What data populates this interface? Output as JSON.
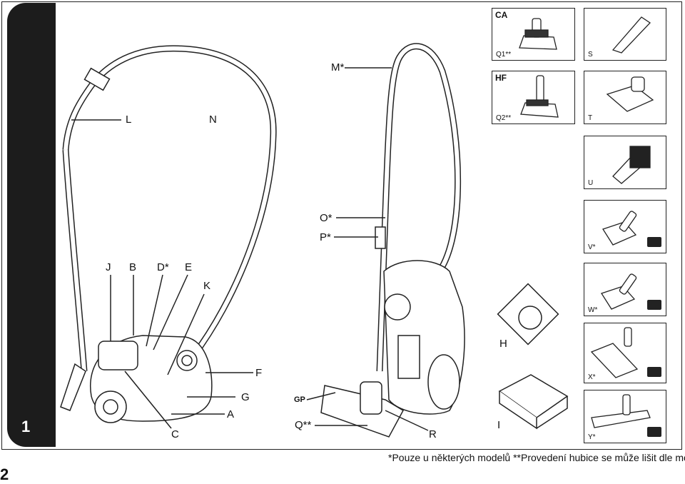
{
  "page_number": "2",
  "section_number": "1",
  "footnote": "*Pouze u některých modelů **Provedení hubice se může lišit dle modelu",
  "labels": {
    "L": "L",
    "N": "N",
    "J": "J",
    "B": "B",
    "D": "D*",
    "E": "E",
    "K": "K",
    "F": "F",
    "G": "G",
    "A": "A",
    "C": "C",
    "M": "M*",
    "O": "O*",
    "P": "P*",
    "GP": "GP",
    "Q": "Q**",
    "R": "R",
    "H": "H",
    "I": "I"
  },
  "accessory_boxes": [
    {
      "id": "q1",
      "head": "CA",
      "code": "Q1**"
    },
    {
      "id": "s",
      "head": "",
      "code": "S"
    },
    {
      "id": "q2",
      "head": "HF",
      "code": "Q2**"
    },
    {
      "id": "t",
      "head": "",
      "code": "T"
    },
    {
      "id": "u",
      "head": "",
      "code": "U"
    },
    {
      "id": "v",
      "head": "",
      "code": "V*"
    },
    {
      "id": "w",
      "head": "",
      "code": "W*"
    },
    {
      "id": "x",
      "head": "",
      "code": "X*"
    },
    {
      "id": "y",
      "head": "",
      "code": "Y*"
    }
  ]
}
